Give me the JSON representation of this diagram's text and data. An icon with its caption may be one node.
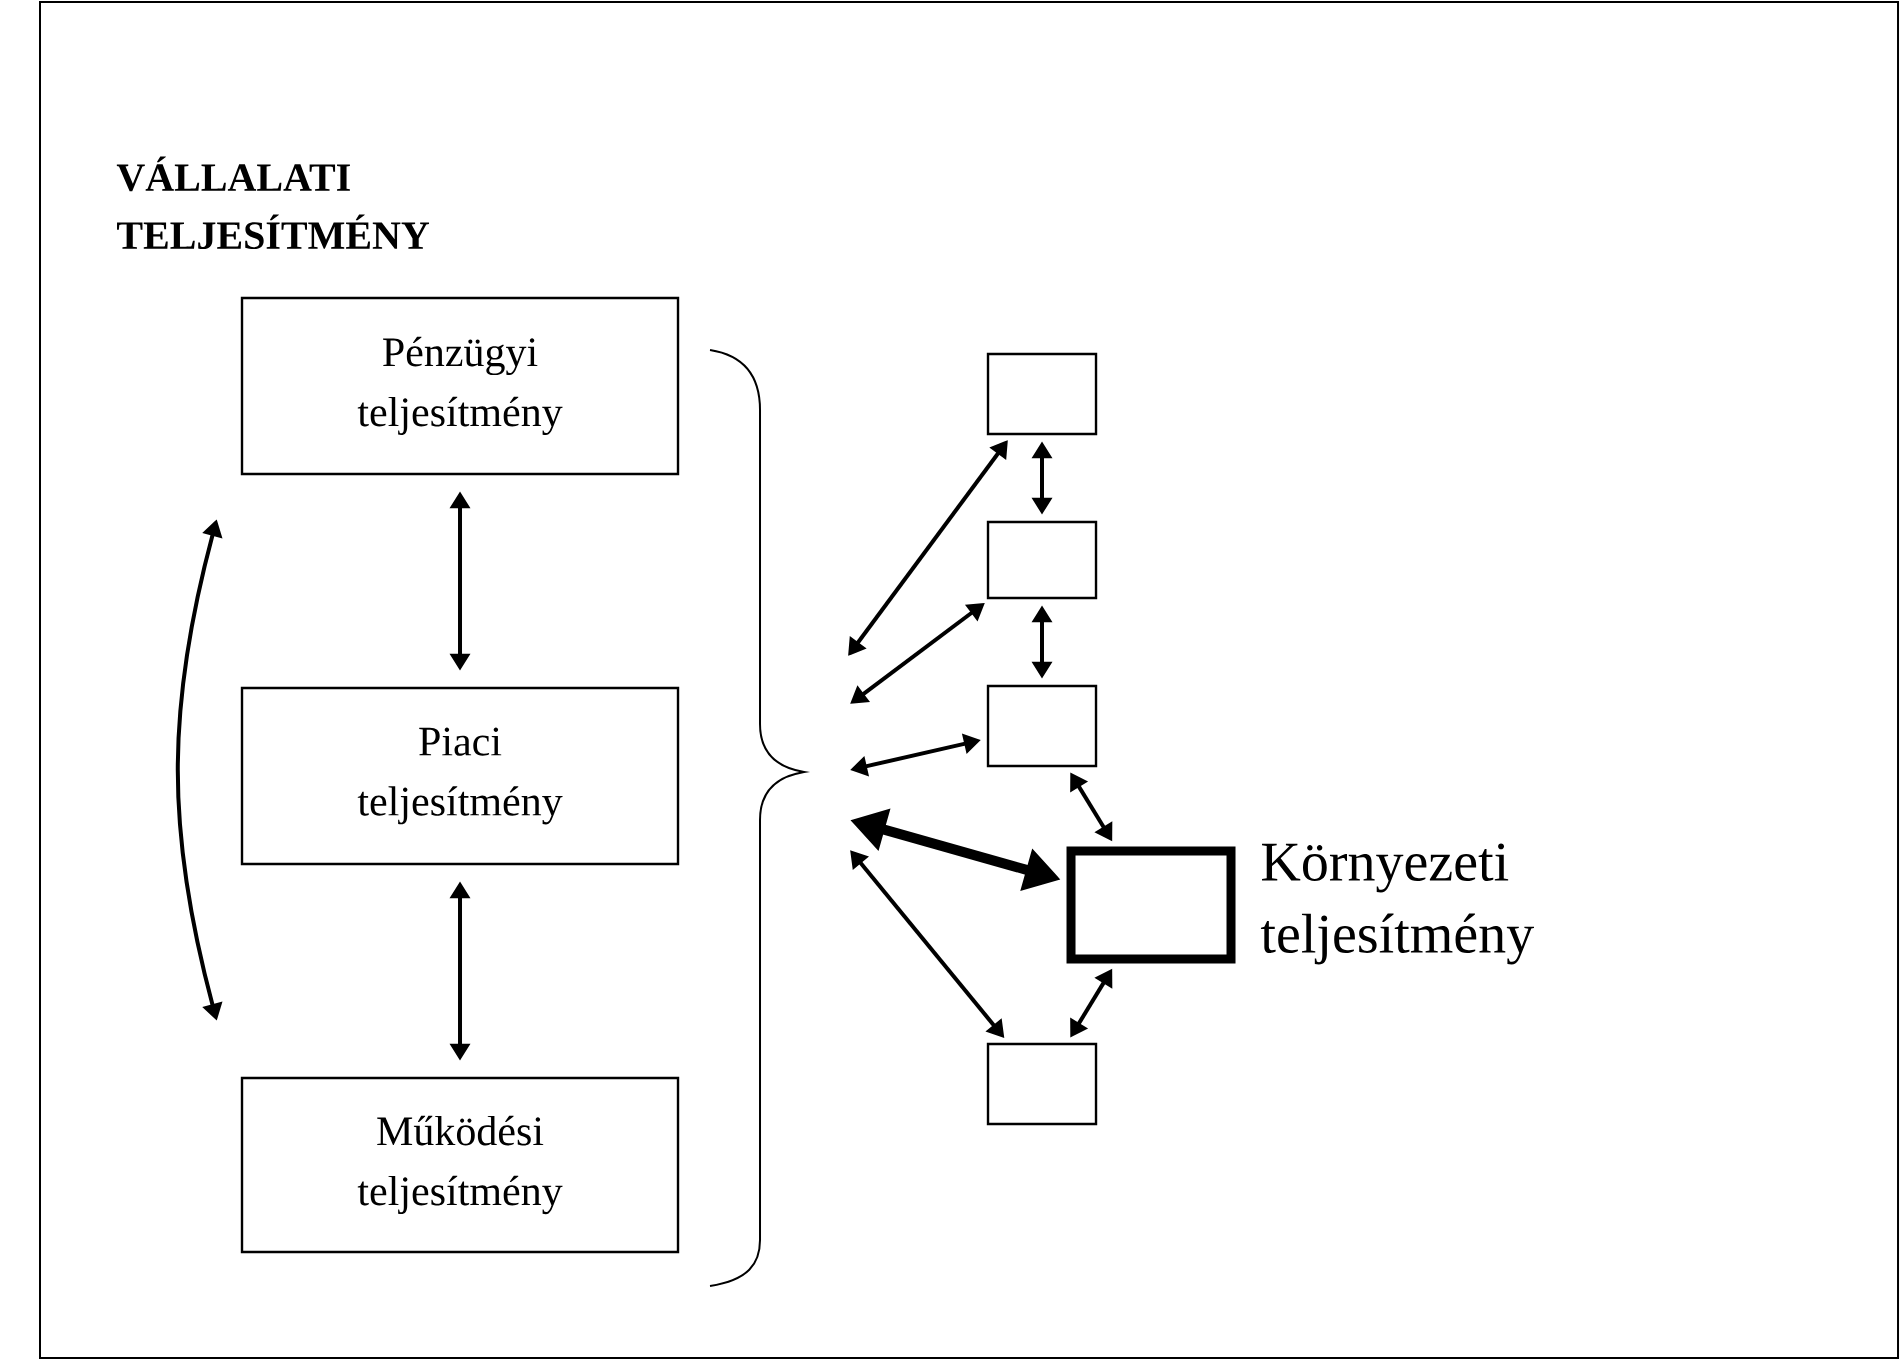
{
  "diagram": {
    "title": "VÁLLALATI TELJESÍTMÉNY",
    "nodes": [
      {
        "text": [
          "Pénzügyi teljesítmény"
        ]
      },
      {
        "text": [
          "Piaci teljesítmény"
        ]
      },
      {
        "text": [
          "Működési teljesítmény"
        ]
      },
      {
        "text": [],
        "shape": "box"
      },
      {
        "text": [],
        "shape": "box"
      },
      {
        "text": [],
        "shape": "box"
      },
      {
        "text": [],
        "shape": "box",
        "beside": [
          "Környezeti teljesítmény"
        ]
      },
      {
        "text": [],
        "shape": "box"
      }
    ],
    "edges": [
      {
        "from": 0,
        "to": 1,
        "arrow": "both"
      },
      {
        "from": 1,
        "to": 2,
        "arrow": "both"
      },
      {
        "from": 0,
        "to": 2,
        "arrow": "both"
      },
      {
        "from": 3,
        "to": 4,
        "arrow": "both"
      },
      {
        "from": 4,
        "to": 5,
        "arrow": "both"
      },
      {
        "from": 5,
        "to": 6,
        "arrow": "both"
      },
      {
        "from": 6,
        "to": 7,
        "arrow": "both"
      },
      {
        "from": null,
        "to": 3,
        "arrow": "both"
      },
      {
        "from": null,
        "to": 4,
        "arrow": "both"
      },
      {
        "from": null,
        "to": 5,
        "arrow": "both"
      },
      {
        "from": null,
        "to": 6,
        "arrow": "both",
        "style": "thick"
      },
      {
        "from": null,
        "to": 7,
        "arrow": "both"
      }
    ]
  }
}
